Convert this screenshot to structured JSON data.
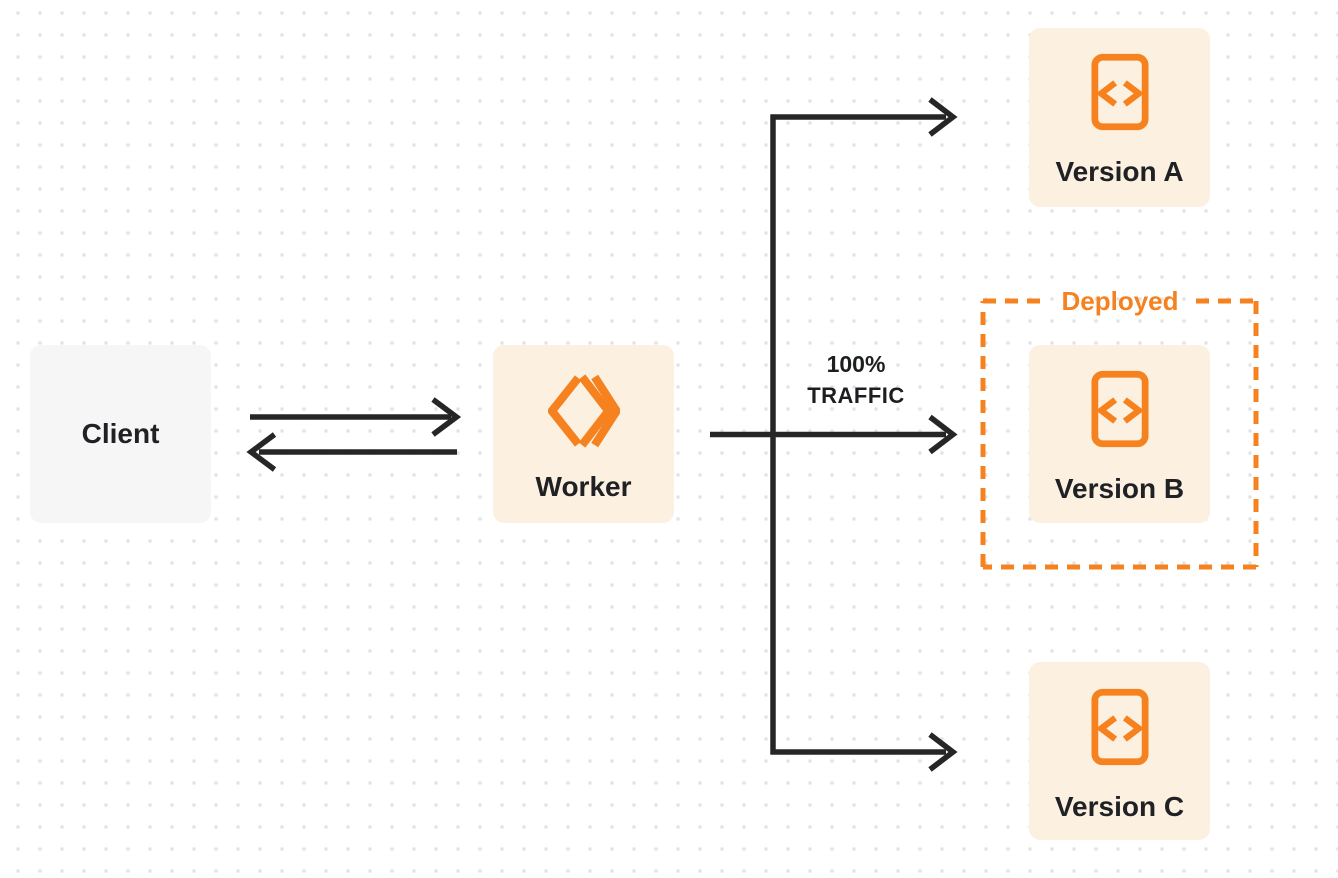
{
  "diagram": {
    "title": "worker-traffic-routing-diagram",
    "colors": {
      "accent_orange": "#f6821f",
      "node_cream": "#fcf0e1",
      "node_gray": "#f6f6f7",
      "connector_dark": "#262626",
      "label_dark": "#202124",
      "dot_grid": "#e3e3e3",
      "background": "#ffffff"
    },
    "nodes": {
      "client": {
        "label": "Client"
      },
      "worker": {
        "label": "Worker",
        "icon": "workers-chevron-logo-icon"
      },
      "version_a": {
        "label": "Version A",
        "icon": "code-document-icon"
      },
      "version_b": {
        "label": "Version B",
        "icon": "code-document-icon"
      },
      "version_c": {
        "label": "Version C",
        "icon": "code-document-icon"
      }
    },
    "annotations": {
      "deployed": "Deployed",
      "traffic_line1": "100%",
      "traffic_line2": "TRAFFIC"
    },
    "edges": [
      {
        "from": "client",
        "to": "worker",
        "style": "arrow-right"
      },
      {
        "from": "worker",
        "to": "client",
        "style": "arrow-left"
      },
      {
        "from": "worker",
        "to": "version_a",
        "style": "arrow-right"
      },
      {
        "from": "worker",
        "to": "version_b",
        "style": "arrow-right",
        "label": "100% TRAFFIC"
      },
      {
        "from": "worker",
        "to": "version_c",
        "style": "arrow-right"
      }
    ],
    "regions": [
      {
        "name": "deployed-region",
        "label": "Deployed",
        "contains": "version_b",
        "style": "orange-dashed"
      }
    ]
  }
}
